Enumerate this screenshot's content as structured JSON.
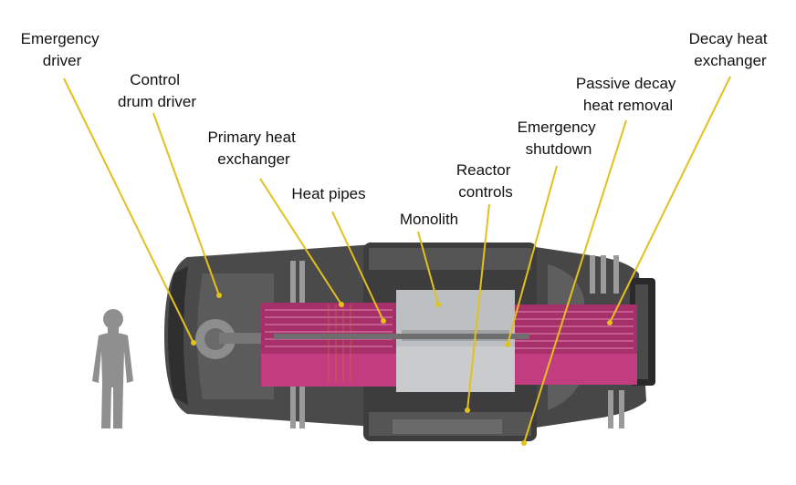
{
  "labels": {
    "emergency_driver": [
      "Emergency",
      "driver"
    ],
    "control_drum_driver": [
      "Control",
      "drum driver"
    ],
    "primary_heat_exchanger": [
      "Primary heat",
      "exchanger"
    ],
    "heat_pipes": [
      "Heat pipes"
    ],
    "monolith": [
      "Monolith"
    ],
    "reactor_controls": [
      "Reactor",
      "controls"
    ],
    "emergency_shutdown": [
      "Emergency",
      "shutdown"
    ],
    "passive_decay_heat_removal": [
      "Passive decay",
      "heat removal"
    ],
    "decay_heat_exchanger": [
      "Decay heat",
      "exchanger"
    ]
  },
  "colors": {
    "leader_line": "#e3c01c",
    "heat_pipe_magenta": "#b0306e",
    "monolith_gray": "#b9bcbe",
    "shell_dark": "#3c3c3c",
    "person_silhouette": "#8a8a8a"
  }
}
